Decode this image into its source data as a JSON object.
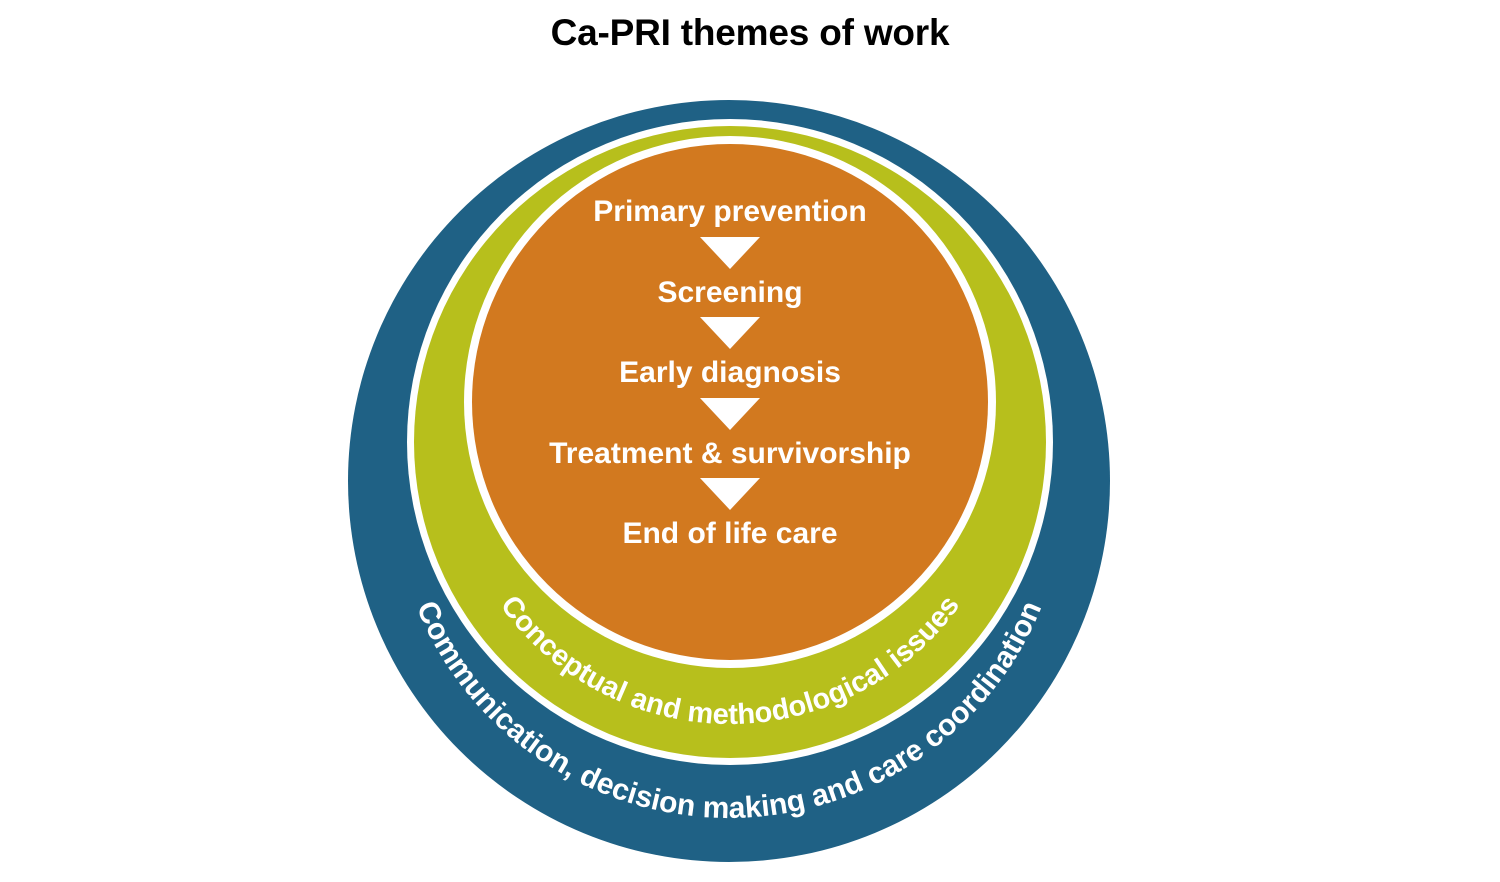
{
  "title": "Ca-PRI themes of work",
  "diagram": {
    "type": "concentric-circles-funnel",
    "rings": [
      {
        "name": "outer-ring",
        "label": "Communication, decision making and care coordination",
        "color": "#1F6185"
      },
      {
        "name": "middle-ring",
        "label": "Conceptual and methodological issues",
        "color": "#B7BF1C"
      },
      {
        "name": "core",
        "label": "",
        "color": "#D2791F"
      }
    ],
    "core": {
      "color": "#D2791F",
      "arrow_color": "#FFFFFF",
      "steps": [
        "Primary prevention",
        "Screening",
        "Early diagnosis",
        "Treatment & survivorship",
        "End of life care"
      ]
    },
    "background": "#FFFFFF",
    "text_color": "#FFFFFF"
  }
}
